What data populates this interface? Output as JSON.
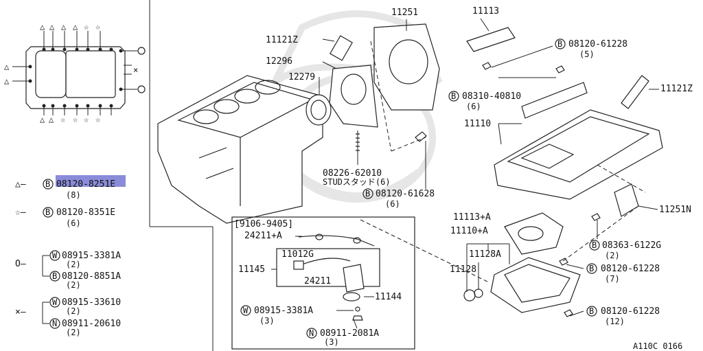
{
  "diagram_id": "A110C 0166",
  "legend": [
    {
      "symbol": "△",
      "code": "B",
      "part": "08120-8251E",
      "qty": "(8)",
      "highlighted": true
    },
    {
      "symbol": "☆",
      "code": "B",
      "part": "08120-8351E",
      "qty": "(6)"
    }
  ],
  "legend_groups": [
    {
      "symbol": "O",
      "items": [
        {
          "code": "W",
          "part": "08915-3381A",
          "qty": "(2)"
        },
        {
          "code": "B",
          "part": "08120-8851A",
          "qty": "(2)"
        }
      ]
    },
    {
      "symbol": "×",
      "items": [
        {
          "code": "W",
          "part": "08915-33610",
          "qty": "(2)"
        },
        {
          "code": "N",
          "part": "08911-20610",
          "qty": "(2)"
        }
      ]
    }
  ],
  "callouts": {
    "p11251": "11251",
    "p11113": "11113",
    "p11121z_top": "11121Z",
    "p08120_61228_a": "08120-61228",
    "p08120_61228_a_qty": "(5)",
    "p12296": "12296",
    "p12279": "12279",
    "p08310_40810": "08310-40810",
    "p08310_40810_qty": "(6)",
    "p11121z_right": "11121Z",
    "p11110": "11110",
    "p08226_62010": "08226-62010",
    "stud_label": "STUDスタッド(6)",
    "p08120_61628": "08120-61628",
    "p08120_61628_qty": "(6)",
    "p11251n": "11251N",
    "date_range": "[9106-9405]",
    "p24211a": "24211+A",
    "p11012g": "11012G",
    "p11145": "11145",
    "p24211": "24211",
    "p11144": "11144",
    "p08915_3381a": "08915-3381A",
    "p08915_3381a_qty": "(3)",
    "p08911_2081a": "08911-2081A",
    "p08911_2081a_qty": "(3)",
    "p11113a": "11113+A",
    "p11110a": "11110+A",
    "p11128a": "11128A",
    "p11128": "11128",
    "p08363_6122g": "08363-6122G",
    "p08363_6122g_qty": "(2)",
    "p08120_61228_b": "08120-61228",
    "p08120_61228_b_qty": "(7)",
    "p08120_61228_c": "08120-61228",
    "p08120_61228_c_qty": "(12)"
  }
}
